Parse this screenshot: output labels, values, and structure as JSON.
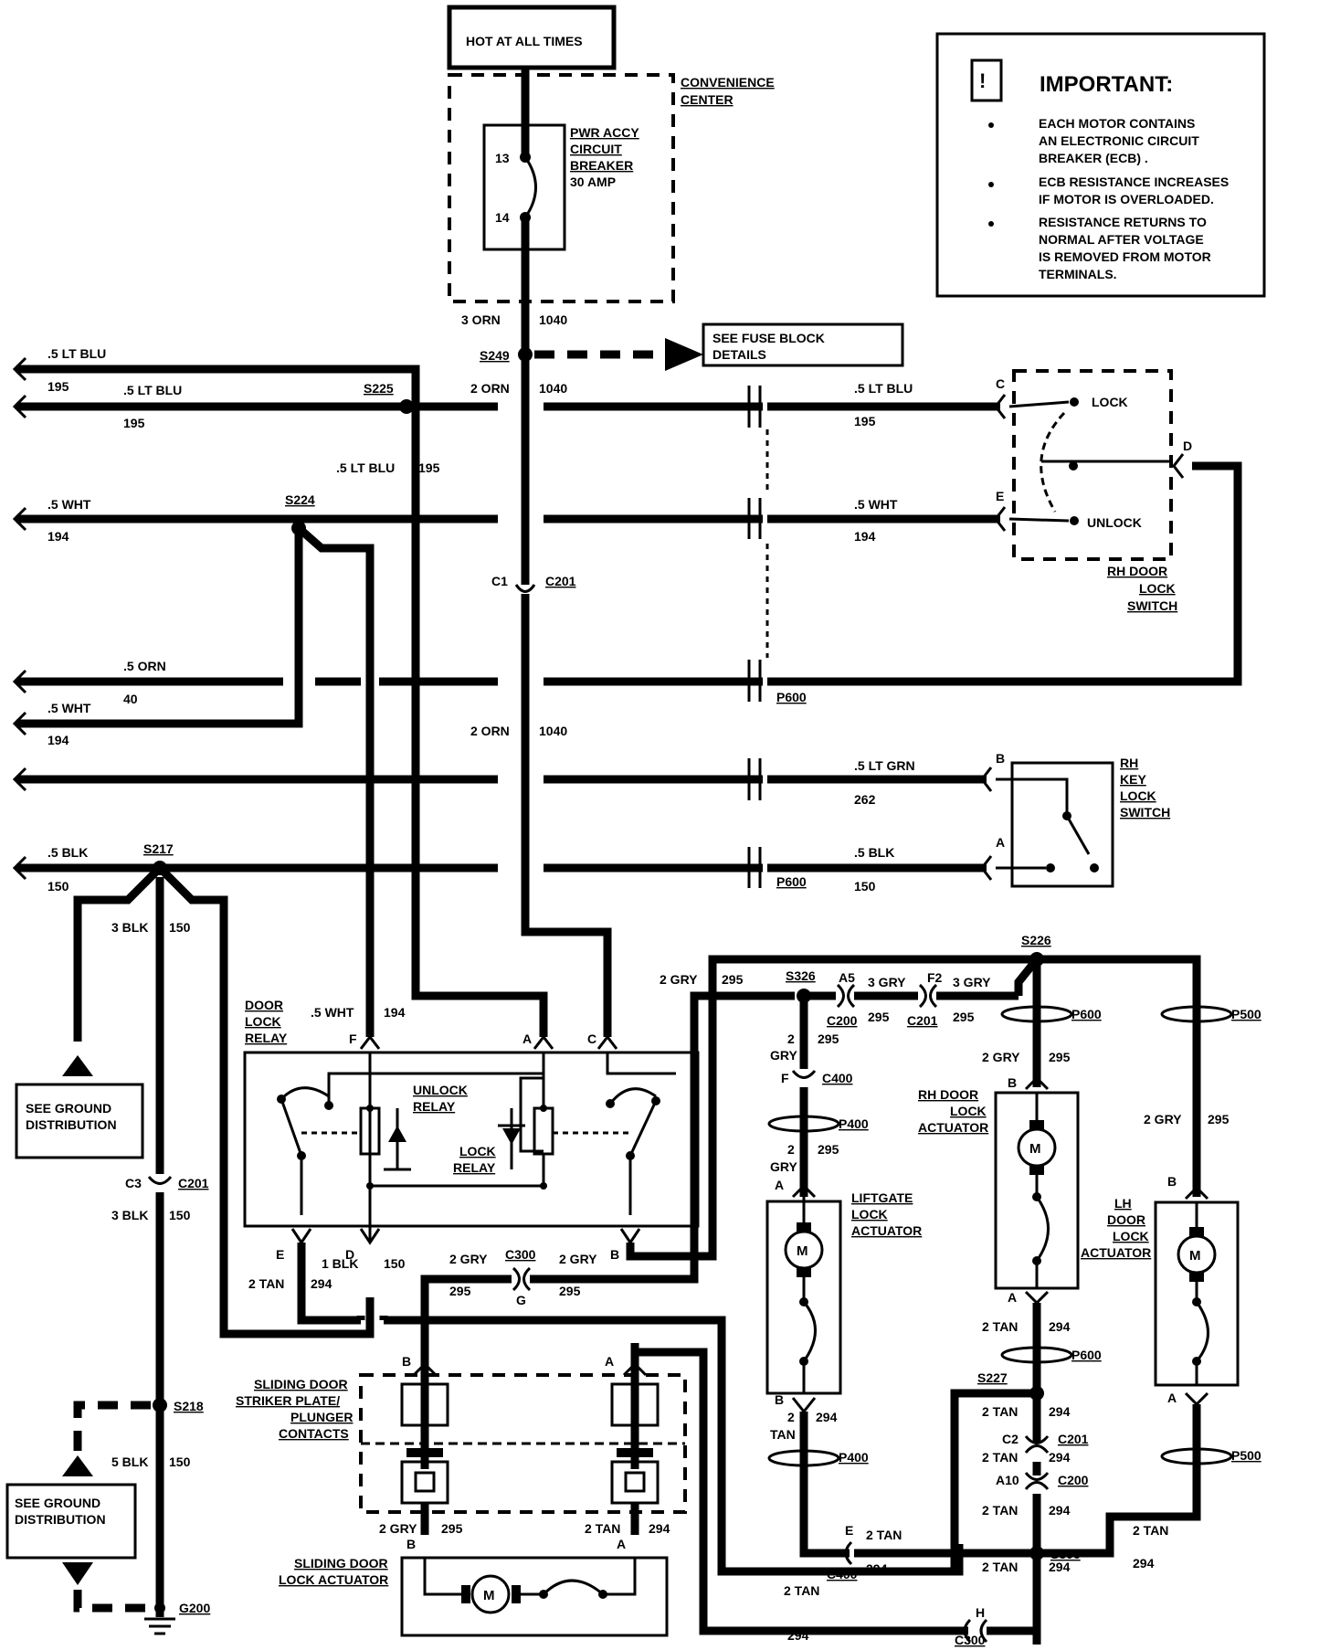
{
  "header": {
    "hot_label": "HOT AT ALL TIMES"
  },
  "convenience_center": {
    "label": [
      "CONVENIENCE",
      "CENTER"
    ]
  },
  "breaker": {
    "label": [
      "PWR ACCY",
      "CIRCUIT",
      "BREAKER",
      "30 AMP"
    ],
    "pin_top": "13",
    "pin_bottom": "14"
  },
  "important": {
    "title": "IMPORTANT:",
    "icon": "info-icon",
    "bullets": [
      [
        "EACH MOTOR CONTAINS",
        "AN ELECTRONIC CIRCUIT",
        "BREAKER (ECB) ."
      ],
      [
        "ECB RESISTANCE INCREASES",
        "IF MOTOR IS OVERLOADED."
      ],
      [
        "RESISTANCE RETURNS TO",
        "NORMAL AFTER VOLTAGE",
        "IS REMOVED FROM MOTOR",
        "TERMINALS."
      ]
    ]
  },
  "fuse_block": {
    "label": [
      "SEE  FUSE  BLOCK",
      "DETAILS"
    ]
  },
  "wires": {
    "orn3": "3  ORN",
    "c1040": "1040",
    "orn2": "2 ORN",
    "ltblu5": ".5 LT BLU",
    "c195": "195",
    "wht5": ".5 WHT",
    "c194": "194",
    "orn5": ".5 ORN",
    "c40": "40",
    "ltgrn5": ".5 LT GRN",
    "c262": "262",
    "blk5": ".5 BLK",
    "c150": "150",
    "blk3": "3 BLK",
    "blk1": "1 BLK",
    "blk5b": "5 BLK",
    "tan2": "2 TAN",
    "c294": "294",
    "tan": "TAN",
    "gry2": "2 GRY",
    "gry3": "3 GRY",
    "gry": "GRY",
    "c295": "295",
    "two": "2"
  },
  "splices": {
    "s249": "S249",
    "s225": "S225",
    "s224": "S224",
    "s217": "S217",
    "s218": "S218",
    "s226": "S226",
    "s326": "S326",
    "s227": "S227",
    "s306": "S306",
    "g200": "G200"
  },
  "connectors": {
    "c1": "C1",
    "c201": "C201",
    "c3": "C3",
    "p600": "P600",
    "p500": "P500",
    "p400": "P400",
    "c200": "C200",
    "c400": "C400",
    "c300": "C300",
    "a5": "A5",
    "f2": "F2",
    "c2": "C2",
    "a10": "A10",
    "f": "F",
    "e": "E",
    "g": "G",
    "h": "H"
  },
  "components": {
    "rh_door_lock_switch": [
      "RH  DOOR",
      "LOCK",
      "SWITCH"
    ],
    "lock": "LOCK",
    "unlock": "UNLOCK",
    "rh_key_lock_switch": [
      "RH",
      "KEY",
      "LOCK",
      "SWITCH"
    ],
    "door_lock_relay": [
      "DOOR",
      "LOCK",
      "RELAY"
    ],
    "unlock_relay": [
      "UNLOCK",
      "RELAY"
    ],
    "lock_relay": [
      "LOCK",
      "RELAY"
    ],
    "liftgate": [
      "LIFTGATE",
      "LOCK",
      "ACTUATOR"
    ],
    "rh_door_actuator": [
      "RH  DOOR",
      "LOCK",
      "ACTUATOR"
    ],
    "lh_door_actuator": [
      "LH",
      "DOOR",
      "LOCK",
      "ACTUATOR"
    ],
    "striker": [
      "SLIDING  DOOR",
      "STRIKER PLATE/",
      "PLUNGER",
      "CONTACTS"
    ],
    "sliding_actuator": [
      "SLIDING  DOOR",
      "LOCK  ACTUATOR"
    ],
    "ground_dist": [
      "SEE  GROUND",
      "DISTRIBUTION"
    ],
    "motor": "M"
  },
  "pins": {
    "a": "A",
    "b": "B",
    "c": "C",
    "d": "D",
    "e": "E",
    "f": "F"
  }
}
